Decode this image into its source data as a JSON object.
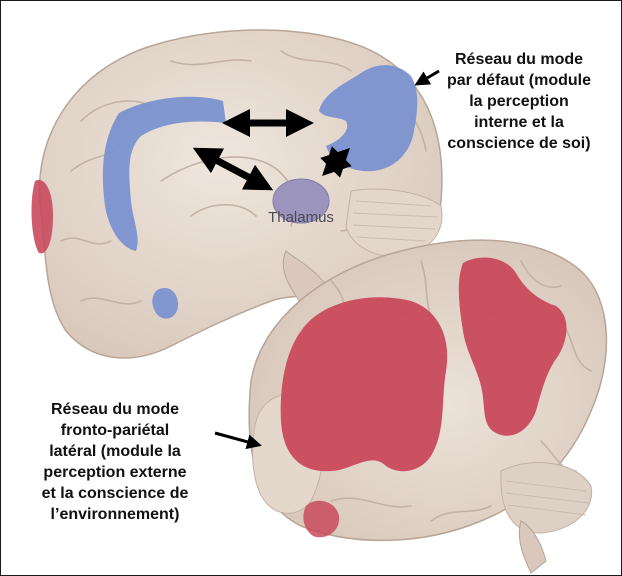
{
  "labels": {
    "default_mode_network": "Réseau du mode\npar défaut (module\nla perception\ninterne et la\nconscience de soi)",
    "lateral_frontoparietal_network": "Réseau du mode\nfronto-pariétal\nlatéral (module la\nperception externe\net la conscience de\nl’environnement)",
    "thalamus": "Thalamus"
  },
  "colors": {
    "default_mode_network": "#7b92d0",
    "lateral_frontoparietal_network": "#c94a5c",
    "brain_tissue": "#e8ddd3",
    "thalamus": "#9b95bd",
    "arrows": "#000000"
  }
}
